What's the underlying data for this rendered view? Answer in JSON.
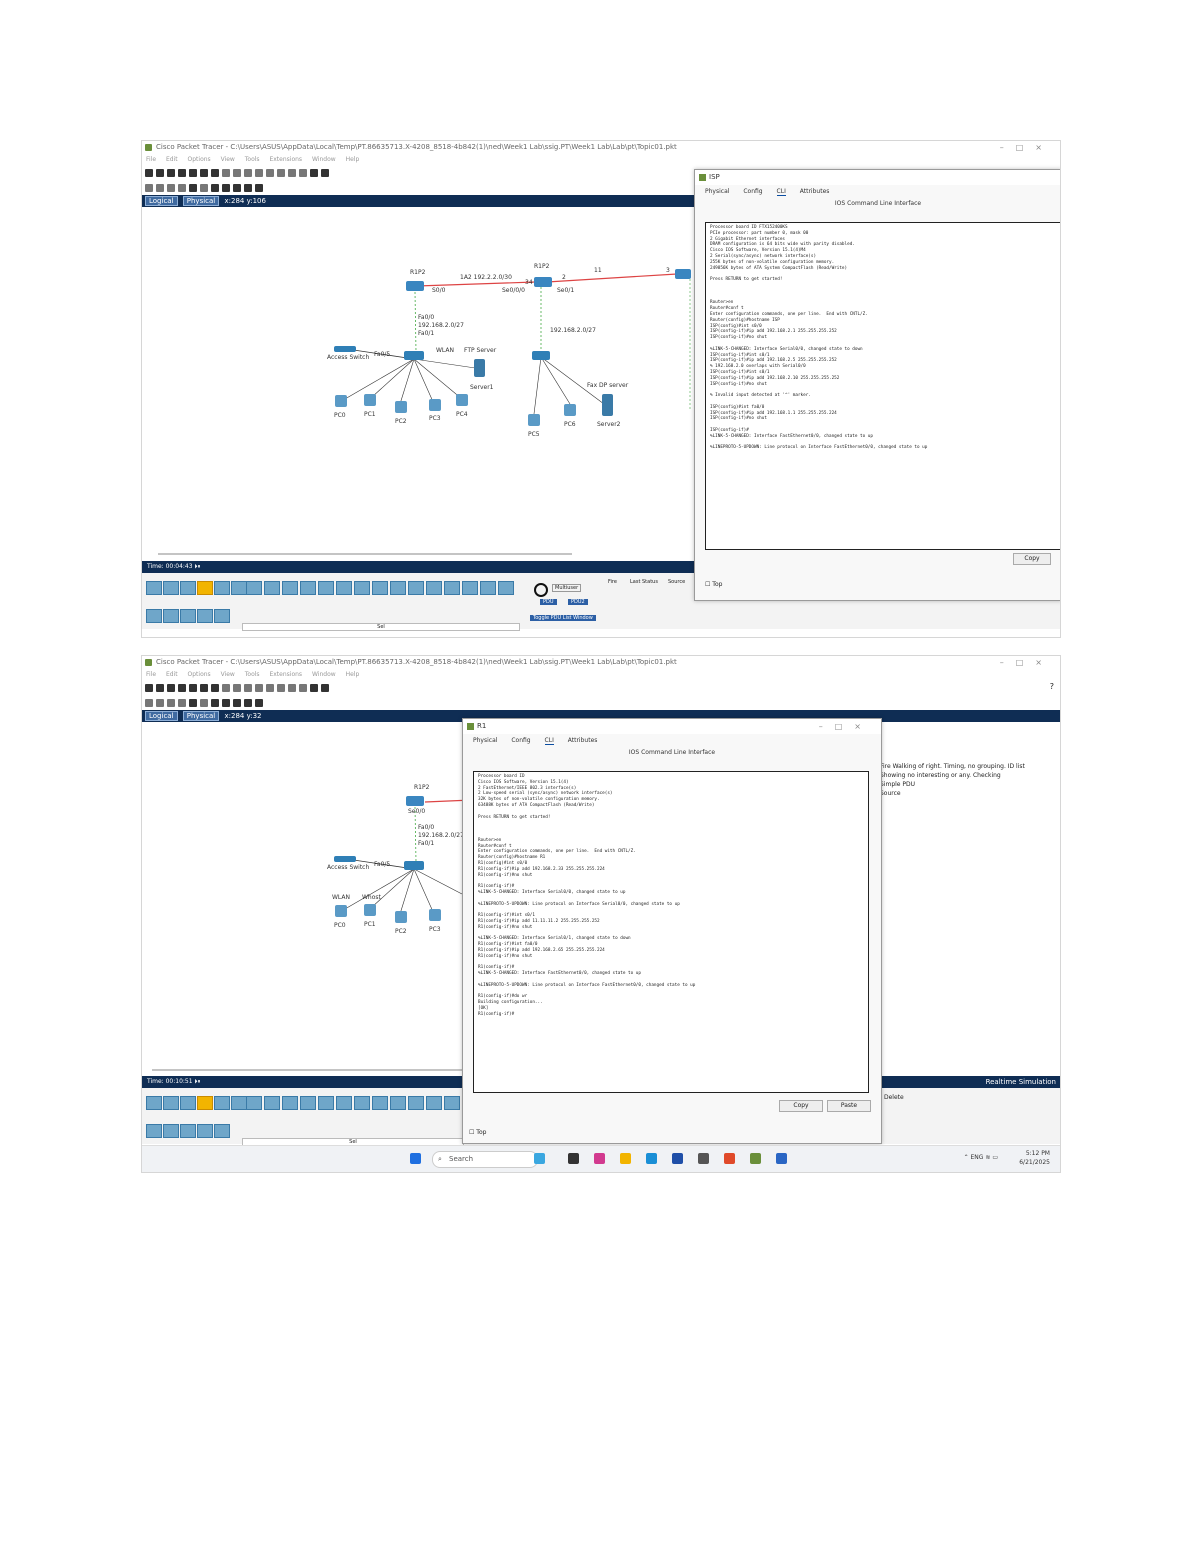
{
  "screenshot1": {
    "window_title": "Cisco Packet Tracer - C:\\Users\\ASUS\\AppData\\Local\\Temp\\PT.86635713.X-4208_8518-4b842(1)\\ned\\Week1 Lab\\ssig.PT\\Week1 Lab\\Lab\\pt\\Topic01.pkt",
    "menu": [
      "File",
      "Edit",
      "Options",
      "View",
      "Tools",
      "Extensions",
      "Window",
      "Help"
    ],
    "tabs": {
      "logical": "Logical",
      "physical": "Physical",
      "coords": "x:284 y:106"
    },
    "labels": {
      "r1": "R1P2",
      "r2": "R1P2",
      "link_r1_r2": "1A2 192.2.2.0/30",
      "s0": "S0/0",
      "se0": "Se0/0/0",
      "se1": "Se0/1",
      "fa": "Fa0/0",
      "ip1": "192.168.2.0/27",
      "fa01": "Fa0/1",
      "ip2": "192.168.2.0/27",
      "access": "Access Switch",
      "fa05": "Fa0/5",
      "wlan": "WLAN",
      "ftp": "FTP Server",
      "server1": "Server1",
      "pc0": "PC0",
      "pc1": "PC1",
      "pc2": "PC2",
      "pc3": "PC3",
      "pc4": "PC4",
      "pc5": "PC5",
      "pc6": "PC6",
      "server2": "Server2",
      "dhcp": "Fax DP server",
      "n11": "11",
      "n2": "2",
      "n3": "3",
      "n34": "34"
    },
    "time": "Time: 00:04:43",
    "cli": {
      "title": "ISP",
      "tabs": [
        "Physical",
        "Config",
        "CLI",
        "Attributes"
      ],
      "header": "IOS Command Line Interface",
      "text": "Processor board ID FTX152400KS\nPCIe processor: part number 0, mask 00\n2 Gigabit Ethernet interfaces\nDRAM configuration is 64 bits wide with parity disabled.\nCisco IOS Software, Version 15.1(4)M4\n2 Serial(sync/async) network interface(s)\n255K bytes of non-volatile configuration memory.\n249856K bytes of ATA System CompactFlash (Read/Write)\n\nPress RETURN to get started!\n\n\n\nRouter>en\nRouter#conf t\nEnter configuration commands, one per line.  End with CNTL/Z.\nRouter(config)#hostname ISP\nISP(config)#int s0/0\nISP(config-if)#ip add 192.168.2.1 255.255.255.252\nISP(config-if)#no shut\n\n%LINK-5-CHANGED: Interface Serial0/0, changed state to down\nISP(config-if)#int s0/1\nISP(config-if)#ip add 192.168.2.5 255.255.255.252\n% 192.168.2.0 overlaps with Serial0/0\nISP(config-if)#int s0/1\nISP(config-if)#ip add 192.168.2.10 255.255.255.252\nISP(config-if)#no shut\n\n% Invalid input detected at '^' marker.\n\nISP(config)#int fa0/0\nISP(config-if)#ip add 192.168.1.1 255.255.255.224\nISP(config-if)#no shut\n\nISP(config-if)#\n%LINK-5-CHANGED: Interface FastEthernet0/0, changed state to up\n\n%LINEPROTO-5-UPDOWN: Line protocol on Interface FastEthernet0/0, changed state to up",
      "copy": "Copy",
      "top": "Top"
    },
    "palette": {
      "sel": "Multiuser",
      "b1": "Fire",
      "b2": "Last Status",
      "b3": "Source",
      "pdu1": "PDU",
      "pdu2": "PDU2",
      "toggle": "Toggle PDU List Window",
      "bottom": "Sel"
    }
  },
  "screenshot2": {
    "window_title": "Cisco Packet Tracer - C:\\Users\\ASUS\\AppData\\Local\\Temp\\PT.86635713.X-4208_8518-4b842(1)\\ned\\Week1 Lab\\ssig.PT\\Week1 Lab\\Lab\\pt\\Topic01.pkt",
    "menu": [
      "File",
      "Edit",
      "Options",
      "View",
      "Tools",
      "Extensions",
      "Window",
      "Help"
    ],
    "tabs": {
      "logical": "Logical",
      "physical": "Physical",
      "coords": "x:284 y:32"
    },
    "help": "?",
    "labels": {
      "r1": "R1P2",
      "s0": "Se0/0",
      "fa": "Fa0/0",
      "ip1": "192.168.2.0/27",
      "fa01": "Fa0/1",
      "access": "Access Switch",
      "fa05": "Fa0/5",
      "wlan": "WLAN",
      "wlan2": "Whost",
      "pc0": "PC0",
      "pc1": "PC1",
      "pc2": "PC2",
      "pc3": "PC3"
    },
    "time": "Time: 00:10:51",
    "cli": {
      "title": "R1",
      "tabs": [
        "Physical",
        "Config",
        "CLI",
        "Attributes"
      ],
      "header": "IOS Command Line Interface",
      "text": "Processor board ID\nCisco IOS Software, Version 15.1(4)\n2 FastEthernet/IEEE 802.3 interface(s)\n2 Low-speed serial (sync/async) network interface(s)\n32K bytes of non-volatile configuration memory.\n63488K bytes of ATA CompactFlash (Read/Write)\n\nPress RETURN to get started!\n\n\n\nRouter>en\nRouter#conf t\nEnter configuration commands, one per line.  End with CNTL/Z.\nRouter(config)#hostname R1\nR1(config)#int s0/0\nR1(config-if)#ip add 192.168.2.33 255.255.255.224\nR1(config-if)#no shut\n\nR1(config-if)#\n%LINK-5-CHANGED: Interface Serial0/0, changed state to up\n\n%LINEPROTO-5-UPDOWN: Line protocol on Interface Serial0/0, changed state to up\n\nR1(config-if)#int s0/1\nR1(config-if)#ip add 11.11.11.2 255.255.255.252\nR1(config-if)#no shut\n\n%LINK-5-CHANGED: Interface Serial0/1, changed state to down\nR1(config-if)#int fa0/0\nR1(config-if)#ip add 192.168.2.65 255.255.255.224\nR1(config-if)#no shut\n\nR1(config-if)#\n%LINK-5-CHANGED: Interface FastEthernet0/0, changed state to up\n\n%LINEPROTO-5-UPDOWN: Line protocol on Interface FastEthernet0/0, changed state to up\n\nR1(config-if)#do wr\nBuilding configuration...\n[OK]\nR1(config-if)#",
      "copy": "Copy",
      "paste": "Paste",
      "top": "Top"
    },
    "side_panel": [
      "Fire Walking of right. Timing, no grouping. ID list",
      "Showing no interesting or any. Checking",
      "Simple PDU",
      "Source"
    ],
    "realtime": "Realtime",
    "simulation": "Simulation",
    "scenario": "Delete",
    "bottom": "Sel",
    "taskbar": {
      "search": "Search",
      "lang": "ENG",
      "time": "5:12 PM",
      "date": "6/21/2025"
    }
  }
}
